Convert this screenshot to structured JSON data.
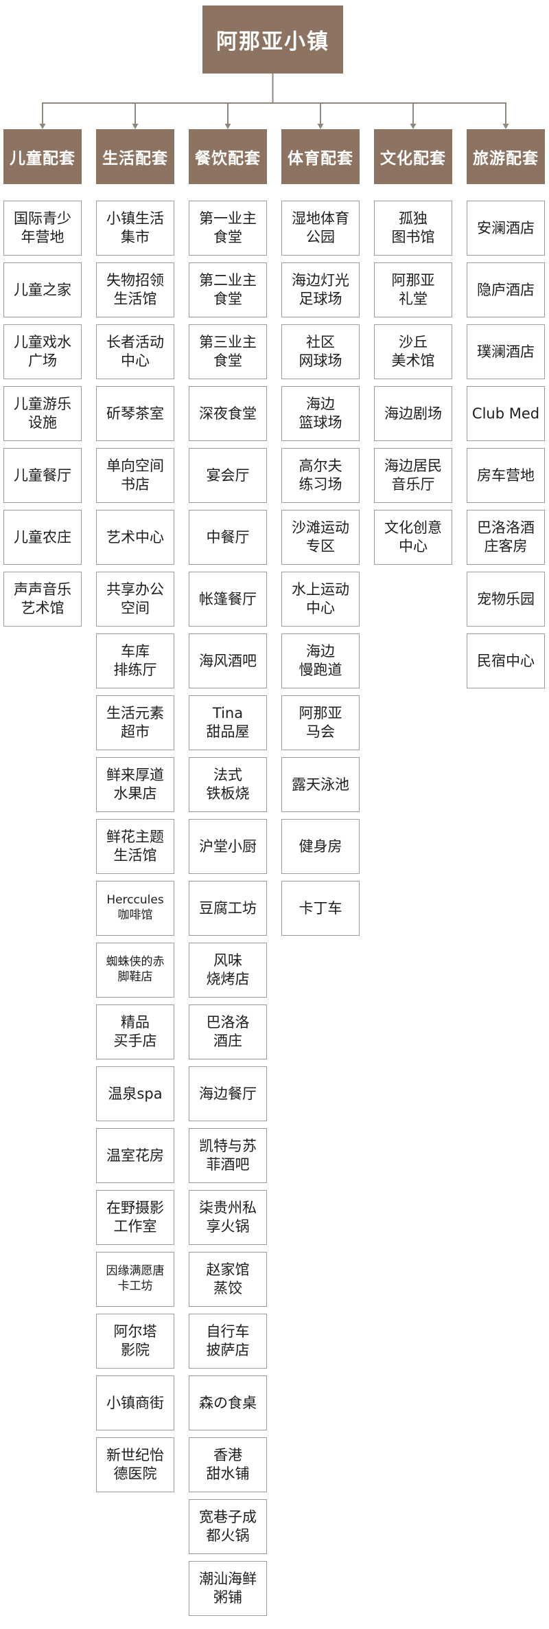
{
  "title": "阿那亚小镇",
  "colors": {
    "brand_brown": "#8d7361",
    "connector": "#8f867c",
    "box_border": "#9c9c9c",
    "item_text": "#1d1d1d",
    "header_text": "#ffffff",
    "background": "#ffffff"
  },
  "columns": [
    {
      "title": "儿童配套",
      "items": [
        "国际青少\n年营地",
        "儿童之家",
        "儿童戏水\n广场",
        "儿童游乐\n设施",
        "儿童餐厅",
        "儿童农庄",
        "声声音乐\n艺术馆"
      ]
    },
    {
      "title": "生活配套",
      "items": [
        "小镇生活\n集市",
        "失物招领\n生活馆",
        "长者活动\n中心",
        "斫琴茶室",
        "单向空间\n书店",
        "艺术中心",
        "共享办公\n空间",
        "车库\n排练厅",
        "生活元素\n超市",
        "鲜来厚道\n水果店",
        "鲜花主题\n生活馆",
        "Herccules\n咖啡馆",
        "蜘蛛侠的赤\n脚鞋店",
        "精品\n买手店",
        "温泉spa",
        "温室花房",
        "在野摄影\n工作室",
        "因缘满愿唐\n卡工坊",
        "阿尔塔\n影院",
        "小镇商街",
        "新世纪怡\n德医院"
      ]
    },
    {
      "title": "餐饮配套",
      "items": [
        "第一业主\n食堂",
        "第二业主\n食堂",
        "第三业主\n食堂",
        "深夜食堂",
        "宴会厅",
        "中餐厅",
        "帐篷餐厅",
        "海风酒吧",
        "Tina\n甜品屋",
        "法式\n铁板烧",
        "沪堂小厨",
        "豆腐工坊",
        "风味\n烧烤店",
        "巴洛洛\n酒庄",
        "海边餐厅",
        "凯特与苏\n菲酒吧",
        "柒贵州私\n享火锅",
        "赵家馆\n蒸饺",
        "自行车\n披萨店",
        "森の食桌",
        "香港\n甜水铺",
        "宽巷子成\n都火锅",
        "潮汕海鲜\n粥铺"
      ]
    },
    {
      "title": "体育配套",
      "items": [
        "湿地体育\n公园",
        "海边灯光\n足球场",
        "社区\n网球场",
        "海边\n篮球场",
        "高尔夫\n练习场",
        "沙滩运动\n专区",
        "水上运动\n中心",
        "海边\n慢跑道",
        "阿那亚\n马会",
        "露天泳池",
        "健身房",
        "卡丁车"
      ]
    },
    {
      "title": "文化配套",
      "items": [
        "孤独\n图书馆",
        "阿那亚\n礼堂",
        "沙丘\n美术馆",
        "海边剧场",
        "海边居民\n音乐厅",
        "文化创意\n中心"
      ]
    },
    {
      "title": "旅游配套",
      "items": [
        "安澜酒店",
        "隐庐酒店",
        "璞澜酒店",
        "Club Med",
        "房车营地",
        "巴洛洛酒\n庄客房",
        "宠物乐园",
        "民宿中心"
      ]
    }
  ]
}
